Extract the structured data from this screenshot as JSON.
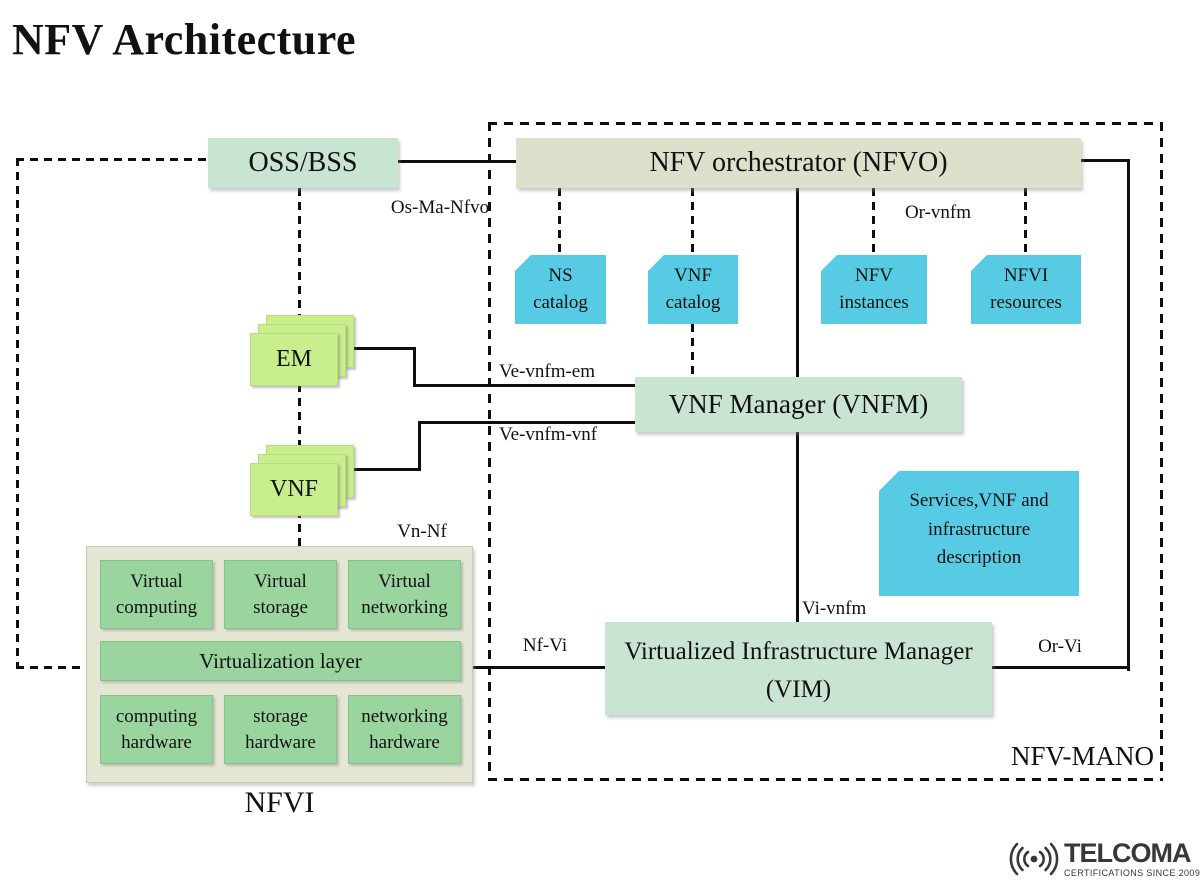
{
  "title": "NFV Architecture",
  "boxes": {
    "oss_bss": "OSS/BSS",
    "nfvo": "NFV orchestrator (NFVO)",
    "em": "EM",
    "vnf": "VNF",
    "vnfm": "VNF Manager (VNFM)",
    "services": "Services,VNF and infrastructure description",
    "vim_line1": "Virtualized Infrastructure Manager",
    "vim_line2": "(VIM)"
  },
  "catalogs": [
    "NS catalog",
    "VNF catalog",
    "NFV instances",
    "NFVI resources"
  ],
  "nfvi": {
    "label": "NFVI",
    "row1": [
      "Virtual computing",
      "Virtual storage",
      "Virtual networking"
    ],
    "virtualization_layer": "Virtualization layer",
    "row2": [
      "computing hardware",
      "storage hardware",
      "networking hardware"
    ]
  },
  "interfaces": {
    "os_ma_nfvo": "Os-Ma-Nfvo",
    "or_vnfm": "Or-vnfm",
    "ve_vnfm_em": "Ve-vnfm-em",
    "ve_vnfm_vnf": "Ve-vnfm-vnf",
    "vn_nf": "Vn-Nf",
    "vi_vnfm": "Vi-vnfm",
    "nf_vi": "Nf-Vi",
    "or_vi": "Or-Vi"
  },
  "mano_label": "NFV-MANO",
  "logo": {
    "name": "TELCOMA",
    "tagline": "CERTIFICATIONS SINCE 2009"
  },
  "colors": {
    "teal": "#c9e4d3",
    "olive": "#dfe0cb",
    "blue": "#58cbe4",
    "lime": "#c9ee8e",
    "green": "#9ad49e",
    "beige": "#e5e5d3"
  }
}
